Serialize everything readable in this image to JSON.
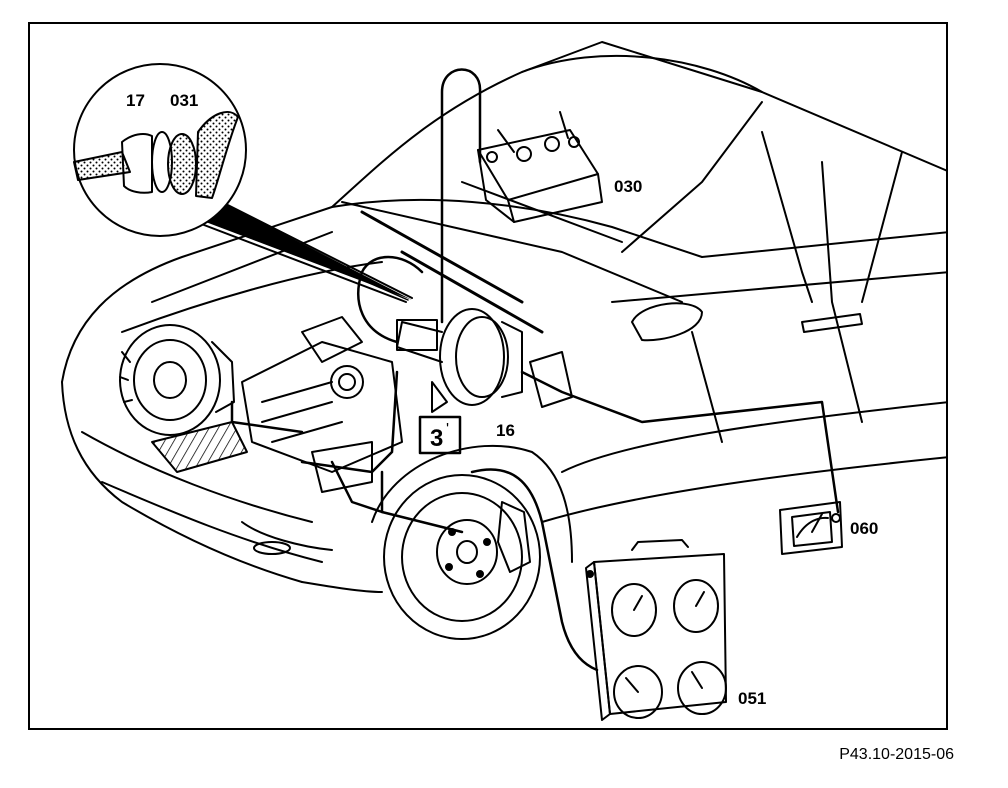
{
  "callouts": {
    "c17": "17",
    "c031": "031",
    "c030": "030",
    "c16": "16",
    "c060": "060",
    "c051": "051"
  },
  "reference": "P43.10-2015-06",
  "colors": {
    "line": "#000000",
    "background": "#ffffff"
  }
}
